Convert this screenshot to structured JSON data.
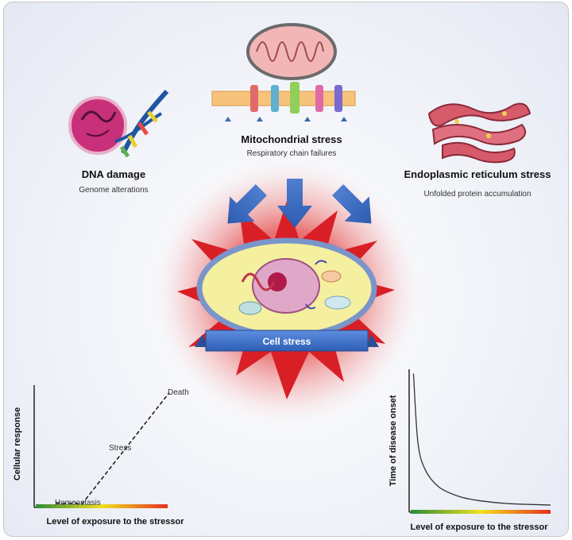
{
  "stressors": {
    "dna": {
      "title": "DNA damage",
      "subtitle": "Genome alterations"
    },
    "mito": {
      "title": "Mitochondrial stress",
      "subtitle": "Respiratory chain failures"
    },
    "er": {
      "title": "Endoplasmic reticulum stress",
      "subtitle": "Unfolded protein accumulation"
    }
  },
  "center": {
    "label": "Cell stress"
  },
  "chart_data": [
    {
      "type": "line",
      "xlabel": "Level of exposure to the stressor",
      "ylabel": "Cellular response",
      "annotations": [
        "Homeostasis",
        "Stress",
        "Death"
      ],
      "series": [
        {
          "values": [
            [
              0.15,
              0.02
            ],
            [
              0.35,
              0.02
            ],
            [
              1.0,
              0.95
            ]
          ]
        }
      ],
      "xlim": [
        0,
        1
      ],
      "ylim": [
        0,
        1
      ],
      "grid": false,
      "axis_gradient": [
        "#2e8b3a",
        "#f0e020",
        "#e53020"
      ]
    },
    {
      "type": "line",
      "xlabel": "Level of exposure to the stressor",
      "ylabel": "Time of disease onset",
      "series": [
        {
          "values": [
            [
              0.02,
              0.98
            ],
            [
              0.05,
              0.5
            ],
            [
              0.1,
              0.3
            ],
            [
              0.2,
              0.17
            ],
            [
              0.35,
              0.1
            ],
            [
              0.5,
              0.07
            ],
            [
              0.7,
              0.05
            ],
            [
              1.0,
              0.04
            ]
          ]
        }
      ],
      "xlim": [
        0,
        1
      ],
      "ylim": [
        0,
        1
      ],
      "grid": false,
      "axis_gradient": [
        "#2e8b3a",
        "#f0e020",
        "#e53020"
      ]
    }
  ]
}
